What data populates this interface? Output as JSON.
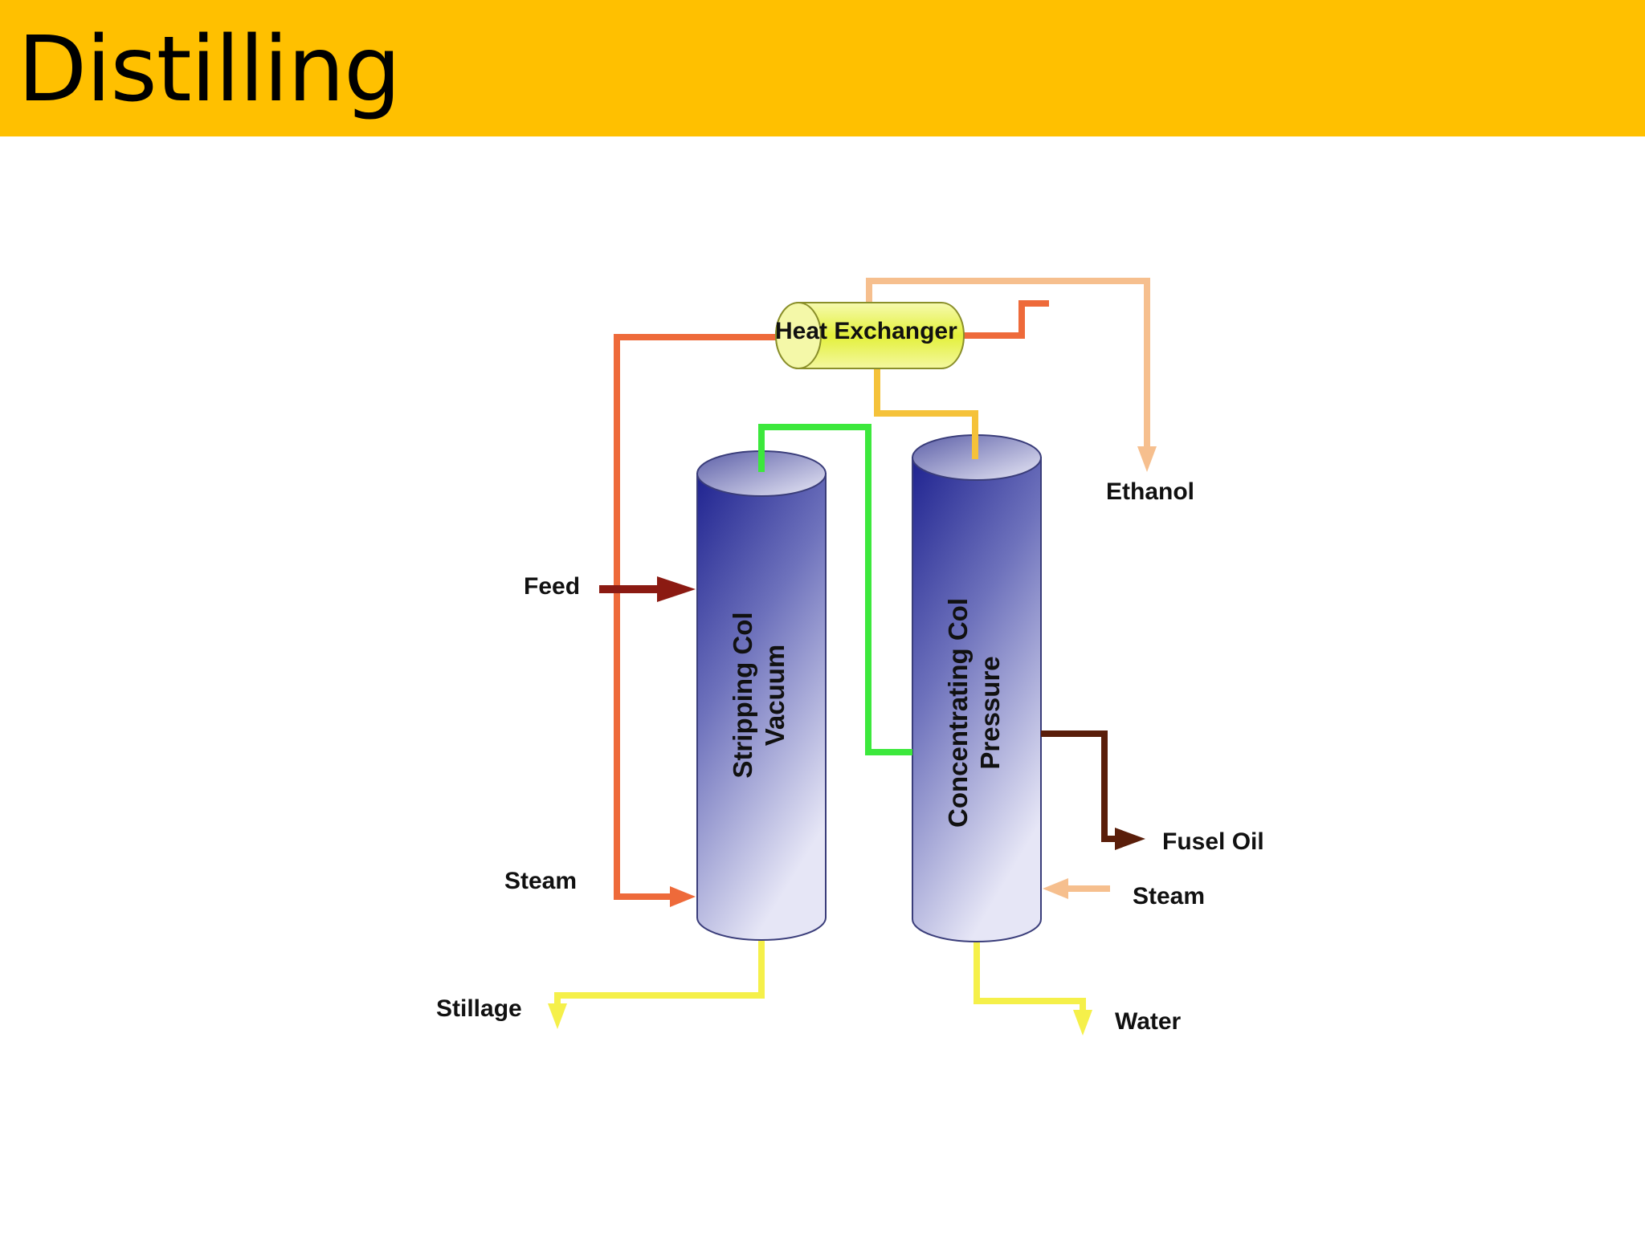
{
  "title": "Distilling",
  "colors": {
    "header": "#FFC000",
    "steam_line": "#EE6A3A",
    "feed_line": "#8B1A12",
    "overhead_line": "#3CE83C",
    "condensate_line": "#F5C23A",
    "ethanol_line": "#F6BF8E",
    "fusel_oil_line": "#5A1E0A",
    "bottoms_line": "#F5F04A",
    "column": "#2B2F96",
    "heat_exchanger": "#E7F24A"
  },
  "diagram": {
    "heat_exchanger": "Heat Exchanger",
    "stripping_column": {
      "line1": "Stripping Col",
      "line2": "Vacuum"
    },
    "concentrating_column": {
      "line1": "Concentrating Col",
      "line2": "Pressure"
    },
    "streams": {
      "feed": "Feed",
      "steam_left": "Steam",
      "stillage": "Stillage",
      "ethanol": "Ethanol",
      "fusel_oil": "Fusel Oil",
      "steam_right": "Steam",
      "water": "Water"
    }
  }
}
